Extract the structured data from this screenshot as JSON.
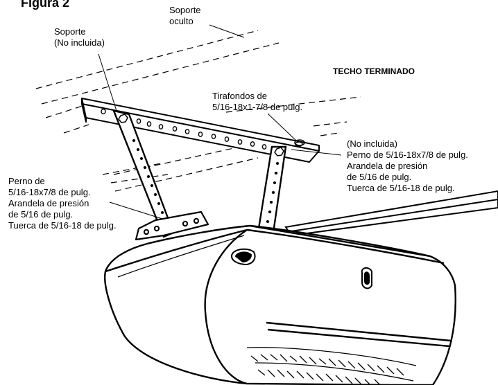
{
  "figure": {
    "title": "Figura 2"
  },
  "labels": {
    "hidden_support": [
      "Soporte",
      "oculto"
    ],
    "support": [
      "Soporte",
      "(No incluida)"
    ],
    "finished_ceiling": "TECHO TERMINADO",
    "lag_screws": [
      "Tirafondos de",
      "5/16-18x1-7/8 de pulg."
    ],
    "right_hardware": [
      "(No incluida)",
      "Perno de 5/16-18x7/8 de pulg.",
      "Arandela de presión",
      "de 5/16 de pulg.",
      "Tuerca de 5/16-18 de pulg."
    ],
    "left_hardware": [
      "Perno de",
      "5/16-18x7/8 de pulg.",
      "Arandela de presión",
      "de 5/16 de pulg.",
      "Tuerca de 5/16-18 de pulg."
    ]
  }
}
